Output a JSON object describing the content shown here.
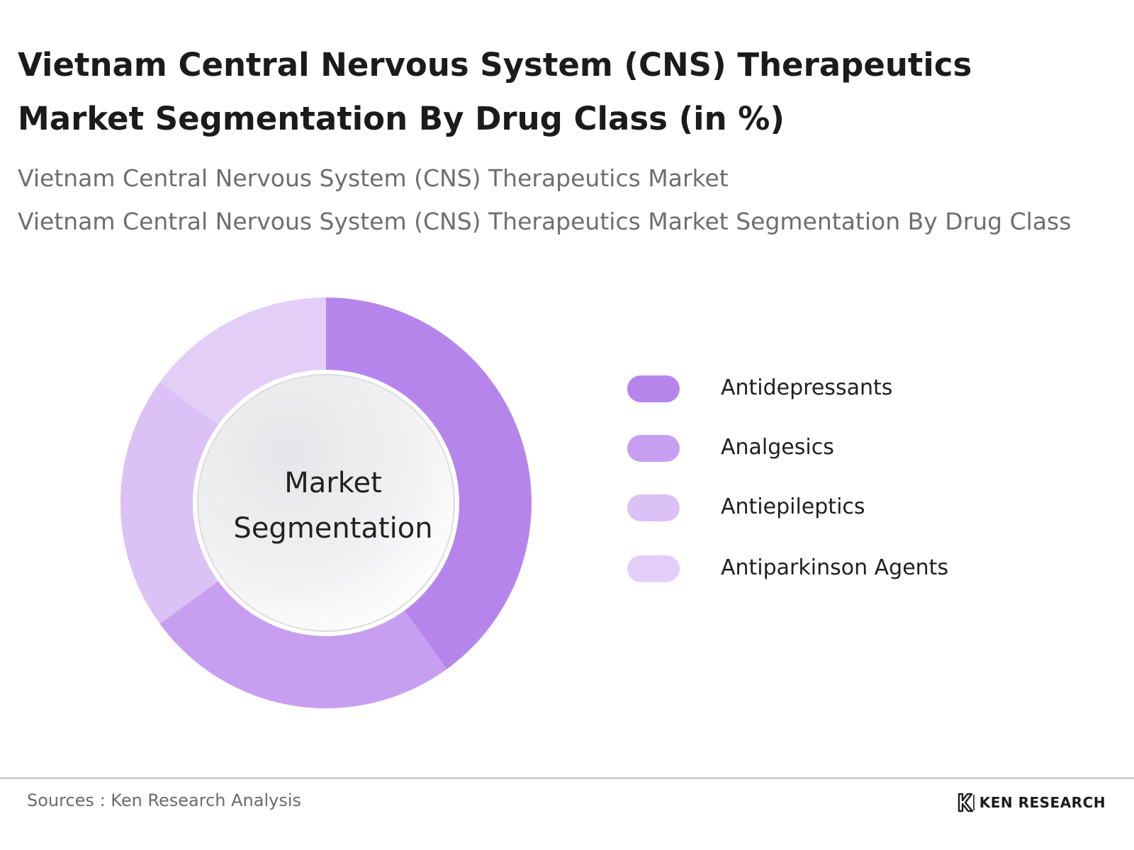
{
  "title": "Vietnam Central Nervous System (CNS) Therapeutics Market Segmentation By Drug Class (in %)",
  "subtitle_line1": "Vietnam Central Nervous System (CNS) Therapeutics Market",
  "subtitle_line2": "Vietnam Central Nervous System (CNS) Therapeutics Market Segmentation By Drug Class",
  "center_label": {
    "line1": "Market",
    "line2": "Segmentation"
  },
  "chart_data": {
    "type": "pie",
    "title": "Vietnam Central Nervous System (CNS) Therapeutics Market Segmentation By Drug Class (in %)",
    "categories": [
      "Antidepressants",
      "Analgesics",
      "Antiepileptics",
      "Antiparkinson Agents"
    ],
    "values": [
      40,
      25,
      20,
      15
    ],
    "colors": [
      "#b585ec",
      "#c89ff0",
      "#dbc1f5",
      "#e3cef8"
    ],
    "legend_position": "right",
    "donut": true
  },
  "footer": {
    "sources": "Sources : Ken Research Analysis",
    "brand": "KEN RESEARCH"
  }
}
